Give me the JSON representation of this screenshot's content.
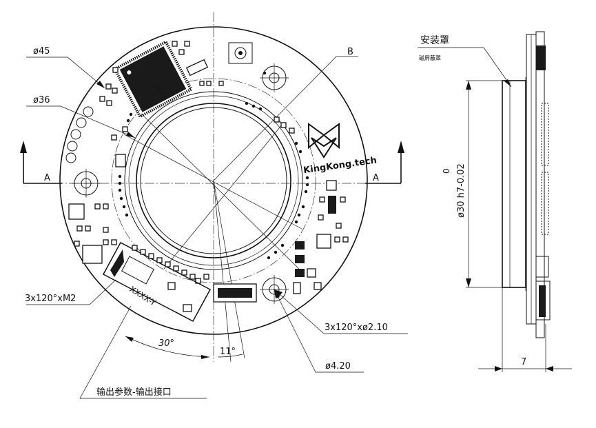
{
  "labels": {
    "d45": "ø45",
    "d36": "ø36",
    "section_b": "B",
    "section_a_left": "A",
    "section_a_right": "A",
    "holes_m2": "3x120°xM2",
    "holes_d210": "3x120°xø2.10",
    "d420": "ø4.20",
    "angle_30": "30°",
    "angle_11": "11°",
    "output_param": "输出参数-输出接口",
    "marking": "XXXX-Y",
    "logo_text": "KingKong.tech",
    "shield_title": "安装罩",
    "shield_sub": "磁屏蔽罩",
    "dim_d30_upper": "0",
    "dim_d30_main": "ø30 h7-0.02",
    "dim_width": "7"
  }
}
